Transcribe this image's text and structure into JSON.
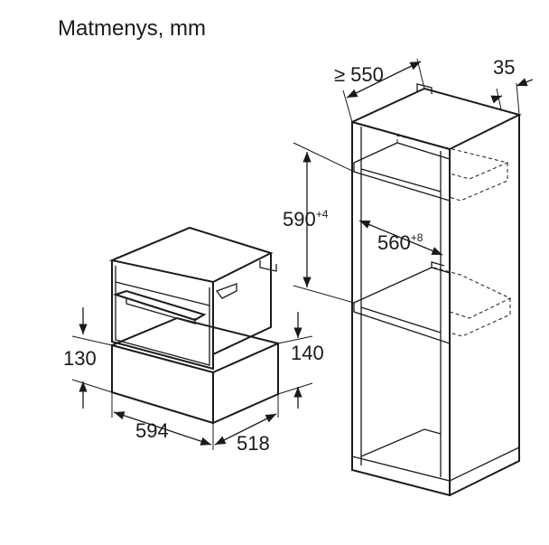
{
  "title": "Matmenys, mm",
  "dimensions": {
    "cabinet_depth": "≥ 550",
    "panel_thickness": "35",
    "niche_height": "590",
    "niche_height_tol": "+4",
    "niche_width": "560",
    "niche_width_tol": "+8",
    "drawer_front_height": "130",
    "drawer_height": "140",
    "drawer_width": "594",
    "drawer_depth": "518"
  },
  "colors": {
    "line": "#1a1a1a",
    "drawer_fill": "#cfcfcf",
    "appliance_fill": "#ffffff"
  }
}
